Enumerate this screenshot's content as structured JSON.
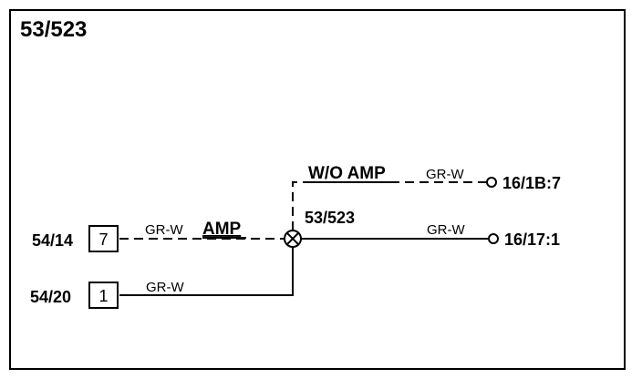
{
  "diagram": {
    "title": "53/523",
    "splice_label": "53/523",
    "connectors": {
      "left_top": {
        "ref": "54/14",
        "pin": "7"
      },
      "left_bottom": {
        "ref": "54/20",
        "pin": "1"
      }
    },
    "terminals": {
      "upper": "16/1B:7",
      "main": "16/17:1"
    },
    "wires": {
      "left_top_color": "GR-W",
      "left_bottom_color": "GR-W",
      "upper_color": "GR-W",
      "main_color": "GR-W"
    },
    "option_labels": {
      "amp": "AMP",
      "without_amp": "W/O AMP"
    }
  }
}
